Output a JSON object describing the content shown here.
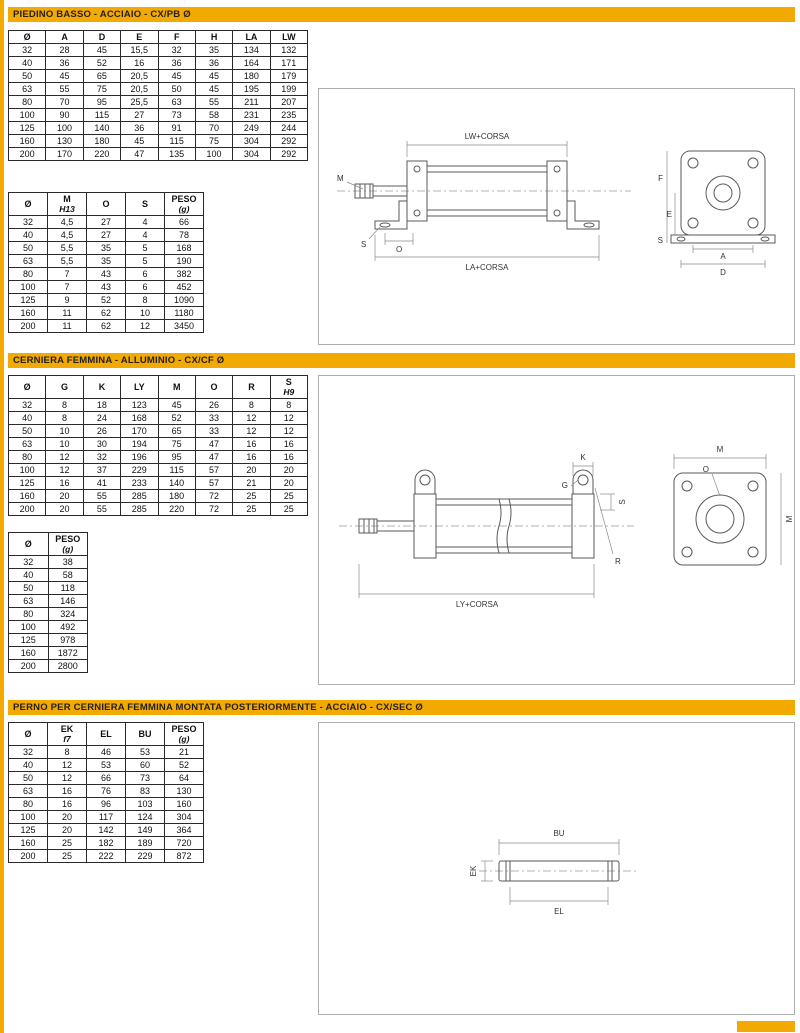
{
  "page": {
    "accent_color": "#F2A900"
  },
  "sections": [
    {
      "title": "PIEDINO BASSO - ACCIAIO - CX/PB Ø",
      "tables": [
        {
          "headers": [
            {
              "label": "Ø"
            },
            {
              "label": "A"
            },
            {
              "label": "D"
            },
            {
              "label": "E"
            },
            {
              "label": "F"
            },
            {
              "label": "H"
            },
            {
              "label": "LA"
            },
            {
              "label": "LW"
            }
          ],
          "rows": [
            [
              "32",
              "28",
              "45",
              "15,5",
              "32",
              "35",
              "134",
              "132"
            ],
            [
              "40",
              "36",
              "52",
              "16",
              "36",
              "36",
              "164",
              "171"
            ],
            [
              "50",
              "45",
              "65",
              "20,5",
              "45",
              "45",
              "180",
              "179"
            ],
            [
              "63",
              "55",
              "75",
              "20,5",
              "50",
              "45",
              "195",
              "199"
            ],
            [
              "80",
              "70",
              "95",
              "25,5",
              "63",
              "55",
              "211",
              "207"
            ],
            [
              "100",
              "90",
              "115",
              "27",
              "73",
              "58",
              "231",
              "235"
            ],
            [
              "125",
              "100",
              "140",
              "36",
              "91",
              "70",
              "249",
              "244"
            ],
            [
              "160",
              "130",
              "180",
              "45",
              "115",
              "75",
              "304",
              "292"
            ],
            [
              "200",
              "170",
              "220",
              "47",
              "135",
              "100",
              "304",
              "292"
            ]
          ]
        },
        {
          "headers": [
            {
              "label": "Ø"
            },
            {
              "label": "M",
              "sub": "H13"
            },
            {
              "label": "O"
            },
            {
              "label": "S"
            },
            {
              "label": "PESO",
              "sub": "(g)"
            }
          ],
          "rows": [
            [
              "32",
              "4,5",
              "27",
              "4",
              "66"
            ],
            [
              "40",
              "4,5",
              "27",
              "4",
              "78"
            ],
            [
              "50",
              "5,5",
              "35",
              "5",
              "168"
            ],
            [
              "63",
              "5,5",
              "35",
              "5",
              "190"
            ],
            [
              "80",
              "7",
              "43",
              "6",
              "382"
            ],
            [
              "100",
              "7",
              "43",
              "6",
              "452"
            ],
            [
              "125",
              "9",
              "52",
              "8",
              "1090"
            ],
            [
              "160",
              "11",
              "62",
              "10",
              "1180"
            ],
            [
              "200",
              "11",
              "62",
              "12",
              "3450"
            ]
          ]
        }
      ],
      "drawing": {
        "labels": {
          "top_dim": "LW+CORSA",
          "bottom_dim": "LA+CORSA",
          "m": "M",
          "s": "S",
          "o": "O",
          "f": "F",
          "e": "E",
          "a": "A",
          "d": "D"
        }
      }
    },
    {
      "title": "CERNIERA FEMMINA - ALLUMINIO - CX/CF Ø",
      "tables": [
        {
          "headers": [
            {
              "label": "Ø"
            },
            {
              "label": "G"
            },
            {
              "label": "K"
            },
            {
              "label": "LY"
            },
            {
              "label": "M"
            },
            {
              "label": "O"
            },
            {
              "label": "R"
            },
            {
              "label": "S",
              "sub": "H9"
            }
          ],
          "rows": [
            [
              "32",
              "8",
              "18",
              "123",
              "45",
              "26",
              "8",
              "8"
            ],
            [
              "40",
              "8",
              "24",
              "168",
              "52",
              "33",
              "12",
              "12"
            ],
            [
              "50",
              "10",
              "26",
              "170",
              "65",
              "33",
              "12",
              "12"
            ],
            [
              "63",
              "10",
              "30",
              "194",
              "75",
              "47",
              "16",
              "16"
            ],
            [
              "80",
              "12",
              "32",
              "196",
              "95",
              "47",
              "16",
              "16"
            ],
            [
              "100",
              "12",
              "37",
              "229",
              "115",
              "57",
              "20",
              "20"
            ],
            [
              "125",
              "16",
              "41",
              "233",
              "140",
              "57",
              "21",
              "20"
            ],
            [
              "160",
              "20",
              "55",
              "285",
              "180",
              "72",
              "25",
              "25"
            ],
            [
              "200",
              "20",
              "55",
              "285",
              "220",
              "72",
              "25",
              "25"
            ]
          ]
        },
        {
          "headers": [
            {
              "label": "Ø"
            },
            {
              "label": "PESO",
              "sub": "(g)"
            }
          ],
          "rows": [
            [
              "32",
              "38"
            ],
            [
              "40",
              "58"
            ],
            [
              "50",
              "118"
            ],
            [
              "63",
              "146"
            ],
            [
              "80",
              "324"
            ],
            [
              "100",
              "492"
            ],
            [
              "125",
              "978"
            ],
            [
              "160",
              "1872"
            ],
            [
              "200",
              "2800"
            ]
          ]
        }
      ],
      "drawing": {
        "labels": {
          "k": "K",
          "g": "G",
          "s": "S",
          "r": "R",
          "bottom_dim": "LY+CORSA",
          "m_top": "M",
          "o": "O",
          "m_side": "M"
        }
      }
    },
    {
      "title": "PERNO PER CERNIERA FEMMINA MONTATA POSTERIORMENTE - ACCIAIO - CX/SEC Ø",
      "tables": [
        {
          "headers": [
            {
              "label": "Ø"
            },
            {
              "label": "EK",
              "sub": "f7"
            },
            {
              "label": "EL"
            },
            {
              "label": "BU"
            },
            {
              "label": "PESO",
              "sub": "(g)"
            }
          ],
          "rows": [
            [
              "32",
              "8",
              "46",
              "53",
              "21"
            ],
            [
              "40",
              "12",
              "53",
              "60",
              "52"
            ],
            [
              "50",
              "12",
              "66",
              "73",
              "64"
            ],
            [
              "63",
              "16",
              "76",
              "83",
              "130"
            ],
            [
              "80",
              "16",
              "96",
              "103",
              "160"
            ],
            [
              "100",
              "20",
              "117",
              "124",
              "304"
            ],
            [
              "125",
              "20",
              "142",
              "149",
              "364"
            ],
            [
              "160",
              "25",
              "182",
              "189",
              "720"
            ],
            [
              "200",
              "25",
              "222",
              "229",
              "872"
            ]
          ]
        }
      ],
      "drawing": {
        "labels": {
          "bu": "BU",
          "ek": "EK",
          "el": "EL"
        }
      }
    }
  ]
}
